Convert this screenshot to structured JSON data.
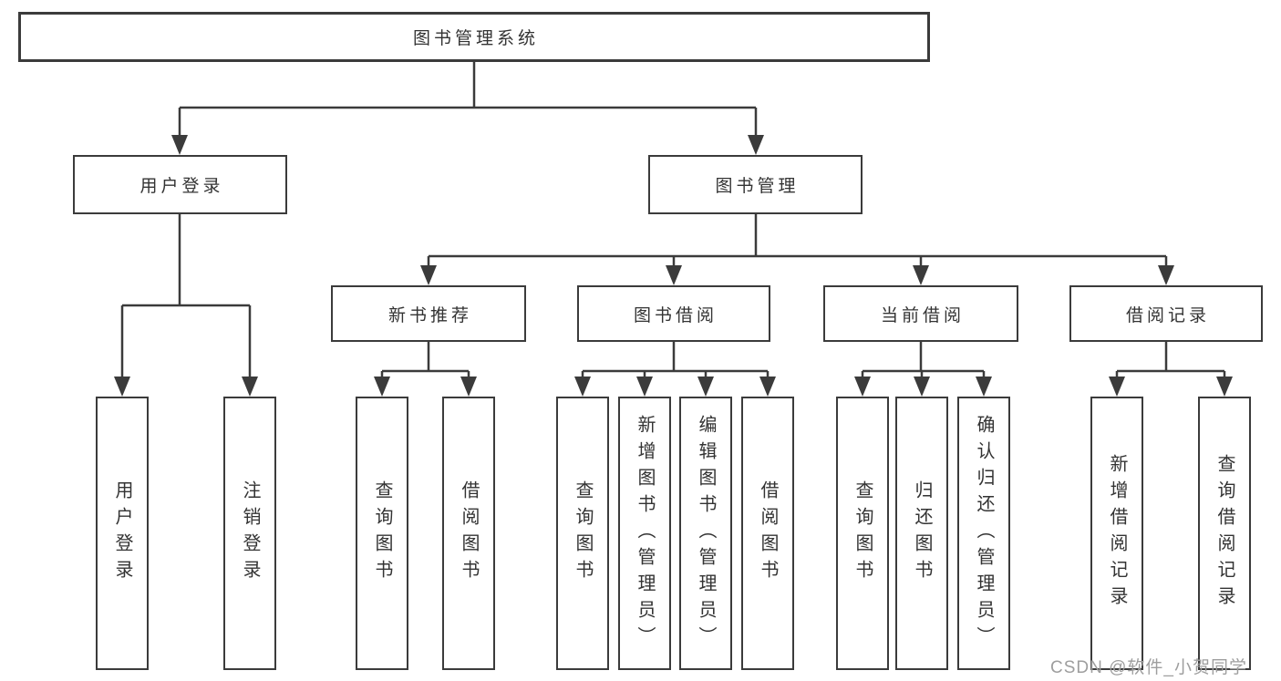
{
  "diagram": {
    "root": "图书管理系统",
    "login": {
      "label": "用户登录",
      "leaves": [
        "用户登录",
        "注销登录"
      ]
    },
    "mgmt": {
      "label": "图书管理",
      "groups": [
        {
          "label": "新书推荐",
          "leaves": [
            "查询图书",
            "借阅图书"
          ]
        },
        {
          "label": "图书借阅",
          "leaves": [
            "查询图书",
            "新增图书（管理员）",
            "编辑图书（管理员）",
            "借阅图书"
          ]
        },
        {
          "label": "当前借阅",
          "leaves": [
            "查询图书",
            "归还图书",
            "确认归还（管理员）"
          ]
        },
        {
          "label": "借阅记录",
          "leaves": [
            "新增借阅记录",
            "查询借阅记录"
          ]
        }
      ]
    }
  },
  "colors": {
    "line": "#3b3b3b",
    "text": "#333333",
    "background": "#ffffff",
    "watermark": "#9e9e9e"
  },
  "watermark": {
    "text": "CSDN @软件_小贺同学"
  }
}
